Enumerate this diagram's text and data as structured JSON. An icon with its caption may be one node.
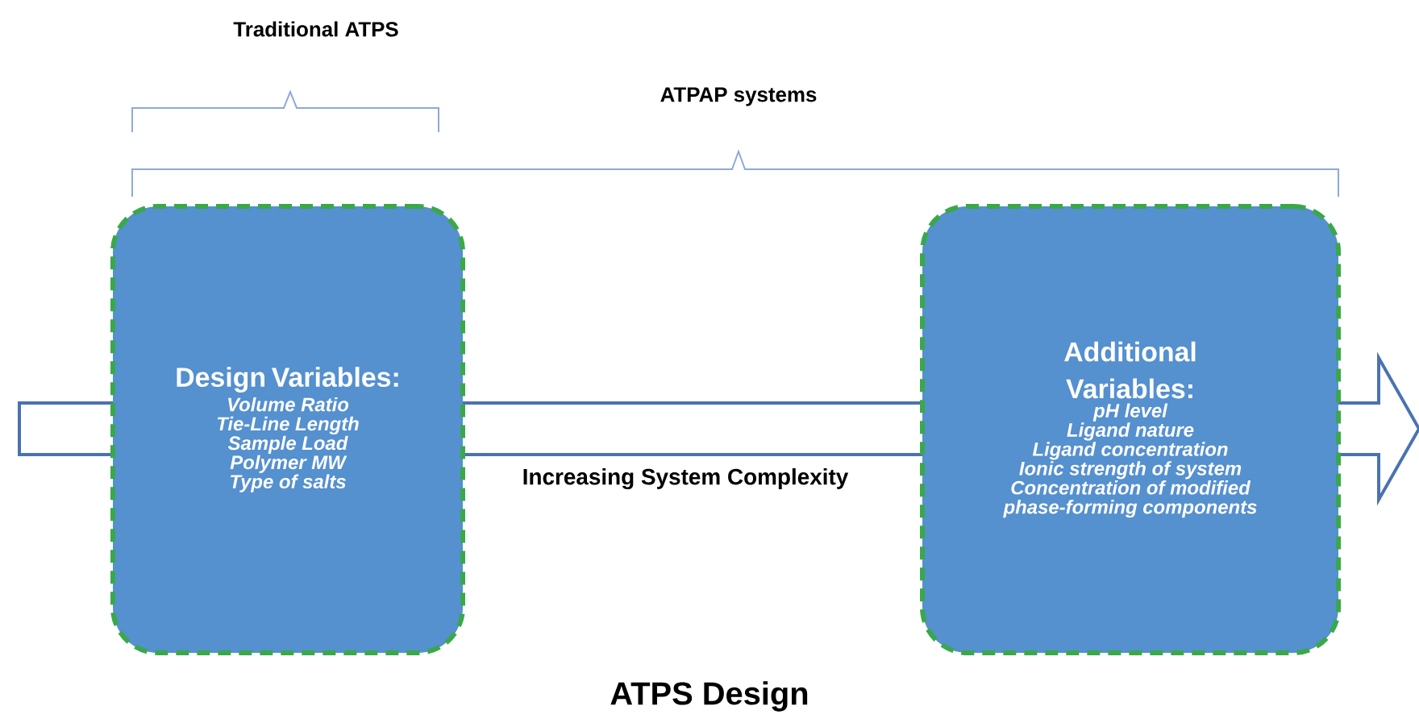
{
  "diagram": {
    "title": "ATPS Design",
    "nodes": [
      {
        "text": [
          "Design Variables:",
          "Volume Ratio",
          "Tie-Line Length",
          "Sample Load",
          "Polymer MW",
          "Type of salts"
        ]
      },
      {
        "text": [
          "Additional Variables:",
          "pH level",
          "Ligand nature",
          "Ligand concentration",
          "Ionic strength of system",
          "Concentration of modified phase-forming components"
        ]
      }
    ],
    "labels": [
      "Traditional ATPS",
      "ATPAP systems",
      "Increasing System Complexity"
    ]
  }
}
